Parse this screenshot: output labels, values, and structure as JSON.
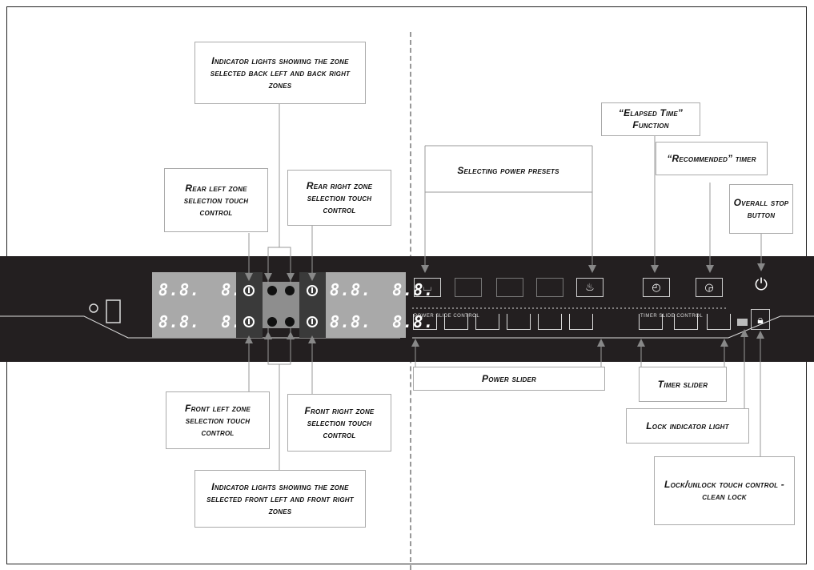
{
  "callouts": {
    "indicator_back": "Indicator lights showing the zone selected back left and back right zones",
    "rear_left": "Rear left zone selection touch control",
    "rear_right": "Rear right zone selection touch control",
    "selecting_power": "Selecting power presets",
    "elapsed_time": "“Elapsed Time” Function",
    "recommended_timer": "“Recommended” timer",
    "overall_stop": "Overall stop button",
    "power_slider": "Power slider",
    "timer_slider": "Timer slider",
    "lock_indicator": "Lock indicator light",
    "lock_unlock": "Lock/unlock touch control - clean lock",
    "front_left": "Front left zone selection touch control",
    "front_right": "Front right zone selection touch control",
    "indicator_front": "Indicator lights showing the zone selected front left and front right zones"
  },
  "panel": {
    "display_left_top": "8.8.  8.8.",
    "display_left_bottom": "8.8.  8.8.",
    "display_right_top": "8.8.  8.8.",
    "display_right_bottom": "8.8.  8.8.",
    "power_label": "POWER SLIDE CONTROL",
    "timer_label": "TIMER SLIDE CONTROL"
  }
}
